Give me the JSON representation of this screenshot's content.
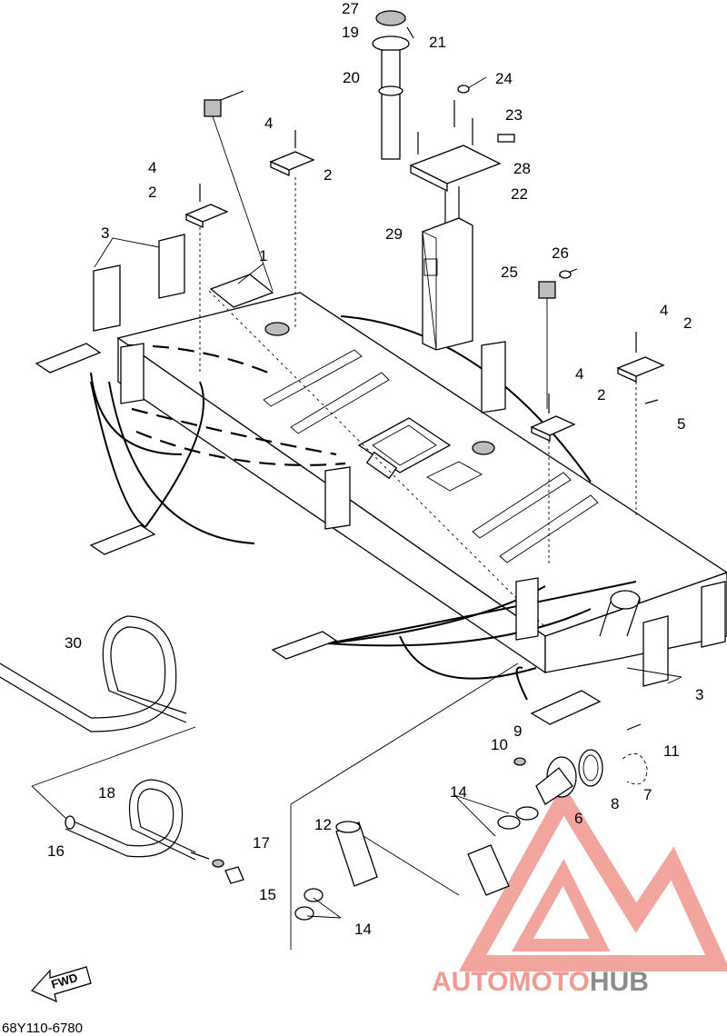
{
  "diagram_code": "68Y110-6780",
  "fwd_label": "FWD",
  "callouts": {
    "c1": "1",
    "c2a": "2",
    "c2b": "2",
    "c2c": "2",
    "c2d": "2",
    "c3a": "3",
    "c3b": "3",
    "c4a": "4",
    "c4b": "4",
    "c4c": "4",
    "c4d": "4",
    "c5": "5",
    "c6": "6",
    "c7": "7",
    "c8": "8",
    "c9": "9",
    "c10": "10",
    "c11": "11",
    "c12": "12",
    "c14a": "14",
    "c14b": "14",
    "c15": "15",
    "c16": "16",
    "c17": "17",
    "c18": "18",
    "c19": "19",
    "c20": "20",
    "c21": "21",
    "c22": "22",
    "c23": "23",
    "c24": "24",
    "c25": "25",
    "c26": "26",
    "c27": "27",
    "c28": "28",
    "c29": "29",
    "c30": "30"
  },
  "watermark": {
    "part1": "AUTOMOTO",
    "part2": "HUB",
    "color1": "#f4a09a",
    "color2": "#9a9a9a"
  }
}
